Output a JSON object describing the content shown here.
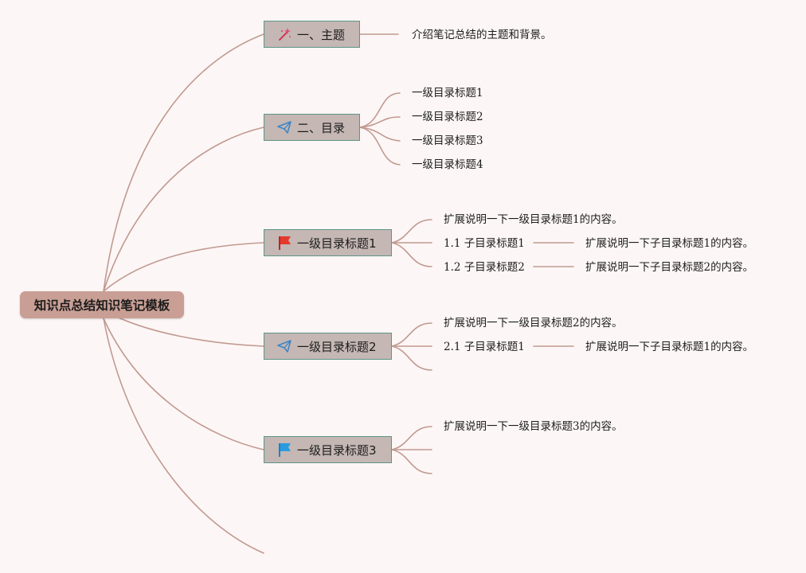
{
  "root": {
    "label": "知识点总结知识笔记模板"
  },
  "topics": [
    {
      "label": "一、主题",
      "icon": "magic-wand-icon"
    },
    {
      "label": "二、目录",
      "icon": "paper-plane-icon"
    },
    {
      "label": "一级目录标题1",
      "icon": "red-flag-icon"
    },
    {
      "label": "一级目录标题2",
      "icon": "paper-plane-icon"
    },
    {
      "label": "一级目录标题3",
      "icon": "blue-flag-icon"
    }
  ],
  "topic1": {
    "desc": "介绍笔记总结的主题和背景。"
  },
  "topic2": {
    "items": [
      "一级目录标题1",
      "一级目录标题2",
      "一级目录标题3",
      "一级目录标题4"
    ]
  },
  "topic3": {
    "desc": "扩展说明一下一级目录标题1的内容。",
    "subs": [
      {
        "label": "1.1 子目录标题1",
        "desc": "扩展说明一下子目录标题1的内容。"
      },
      {
        "label": "1.2 子目录标题2",
        "desc": "扩展说明一下子目录标题2的内容。"
      }
    ]
  },
  "topic4": {
    "desc": "扩展说明一下一级目录标题2的内容。",
    "subs": [
      {
        "label": "2.1 子目录标题1",
        "desc": "扩展说明一下子目录标题1的内容。"
      }
    ]
  },
  "topic5": {
    "desc": "扩展说明一下一级目录标题3的内容。"
  },
  "colors": {
    "connector": "#c09a90",
    "root_fill": "#c99f95",
    "topic_fill": "#c4b7b4",
    "topic_border": "#5d9587",
    "background": "#fdf6f6"
  }
}
